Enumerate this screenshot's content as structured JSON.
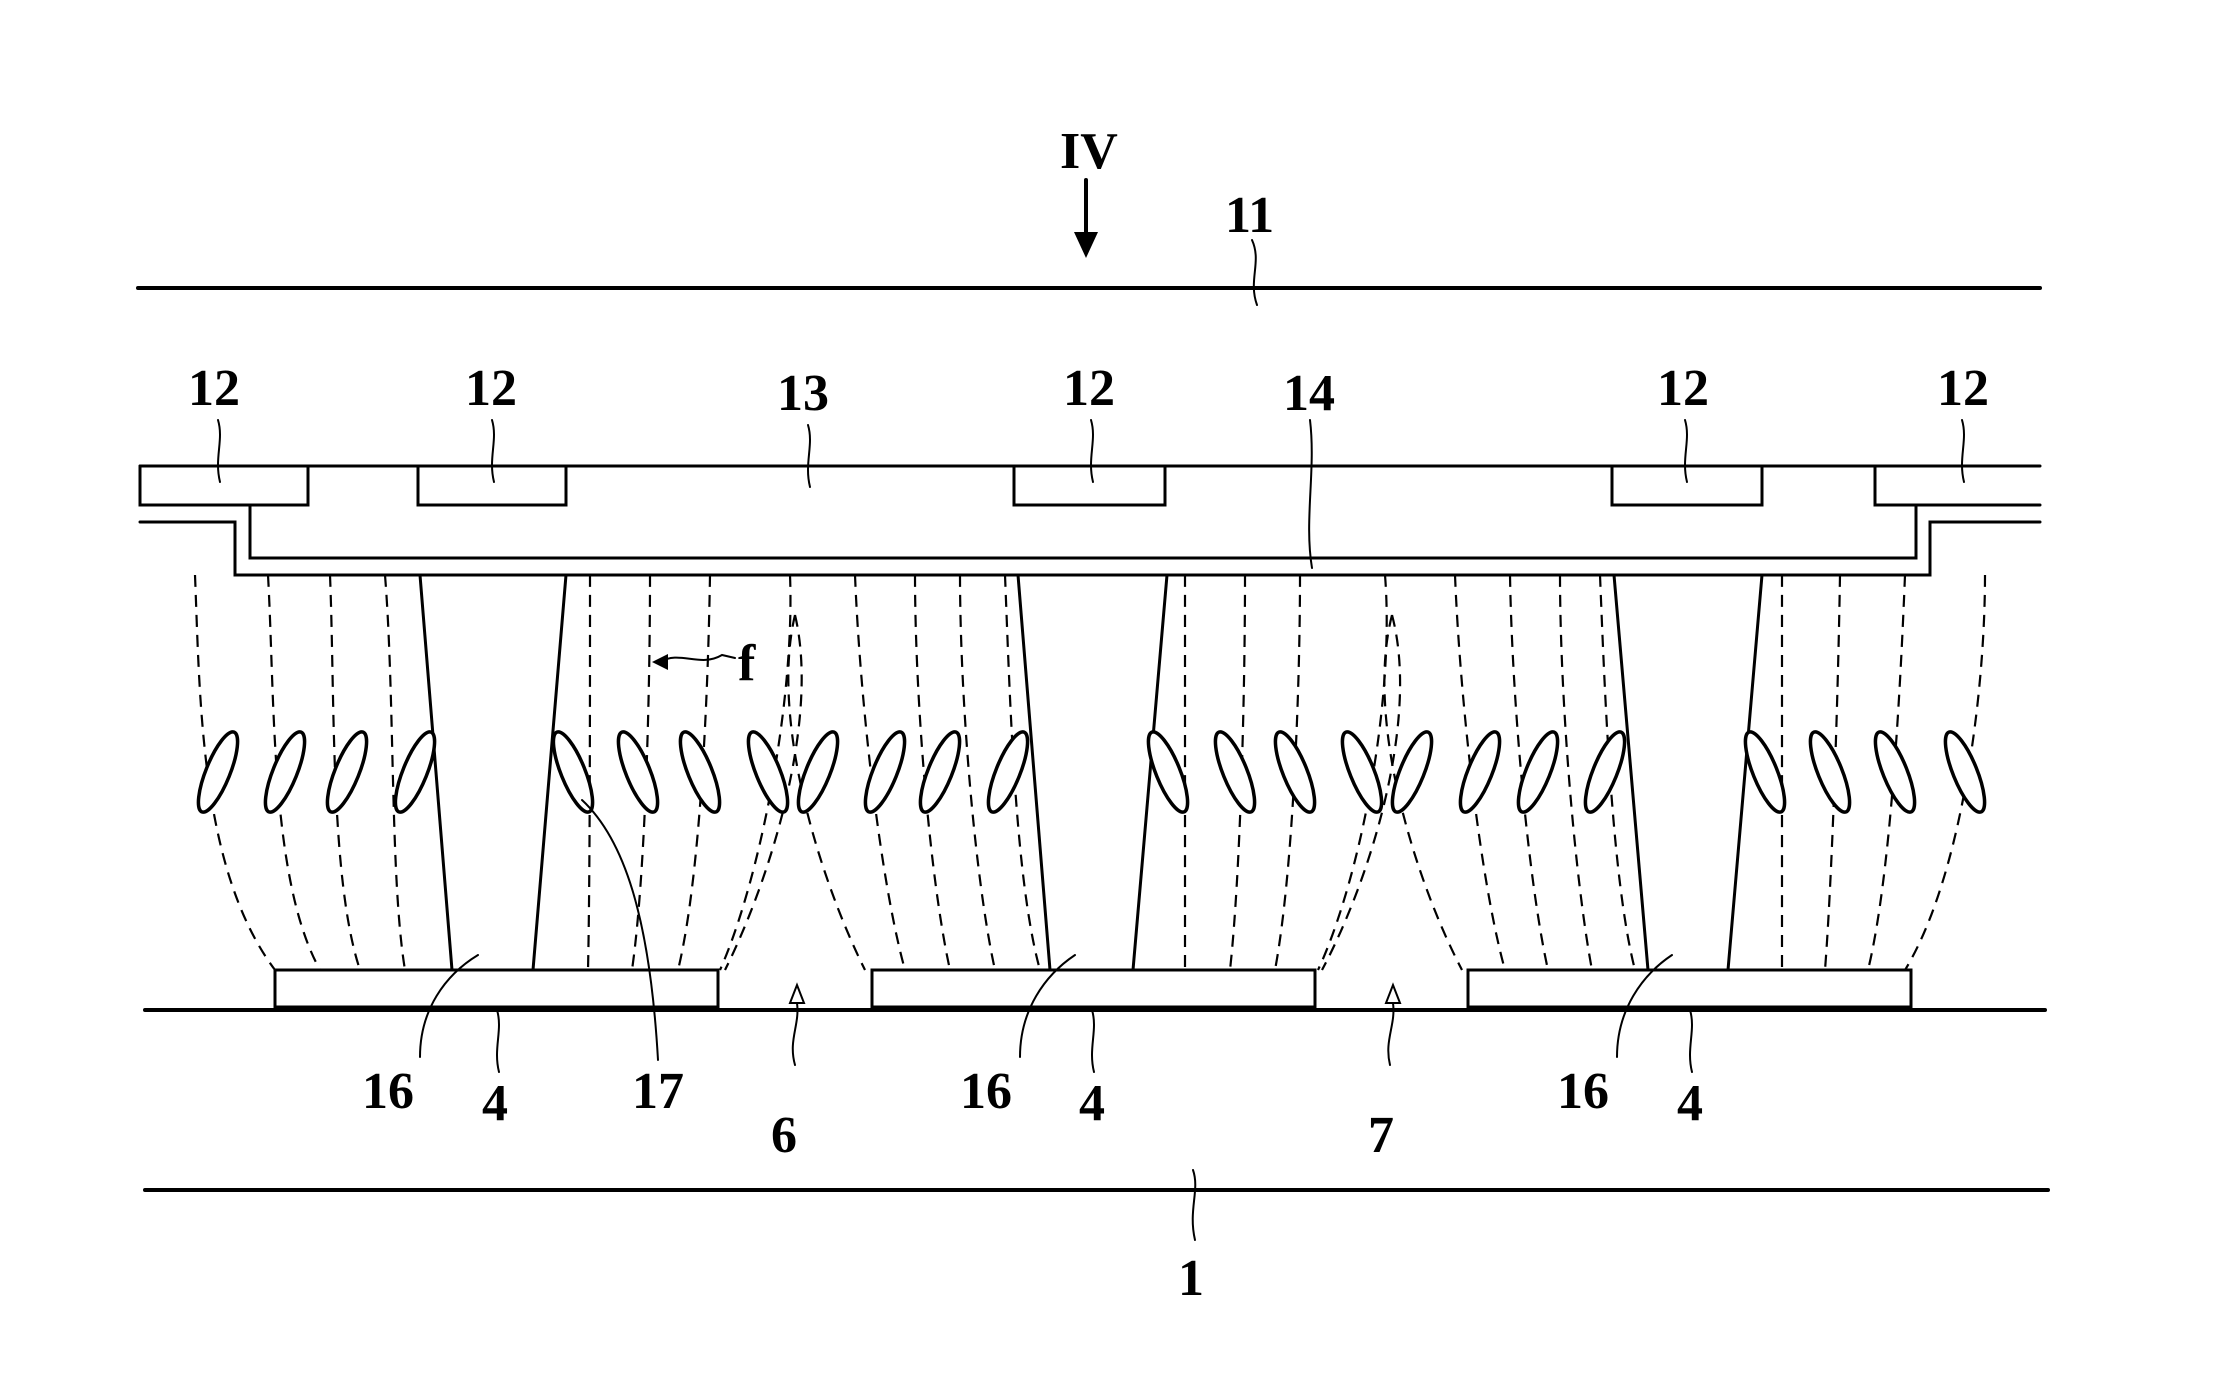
{
  "labels": {
    "iv": "IV",
    "upper_substrate": "11",
    "black_matrix": "12",
    "color_filter": "13",
    "common_electrode": "14",
    "field_line": "f",
    "wall": "16",
    "liquid_crystal": "17",
    "pixel_electrode": "4",
    "gap_a": "6",
    "gap_b": "7",
    "lower_substrate": "1"
  },
  "colors": {
    "ink": "#000000",
    "paper": "#ffffff"
  }
}
